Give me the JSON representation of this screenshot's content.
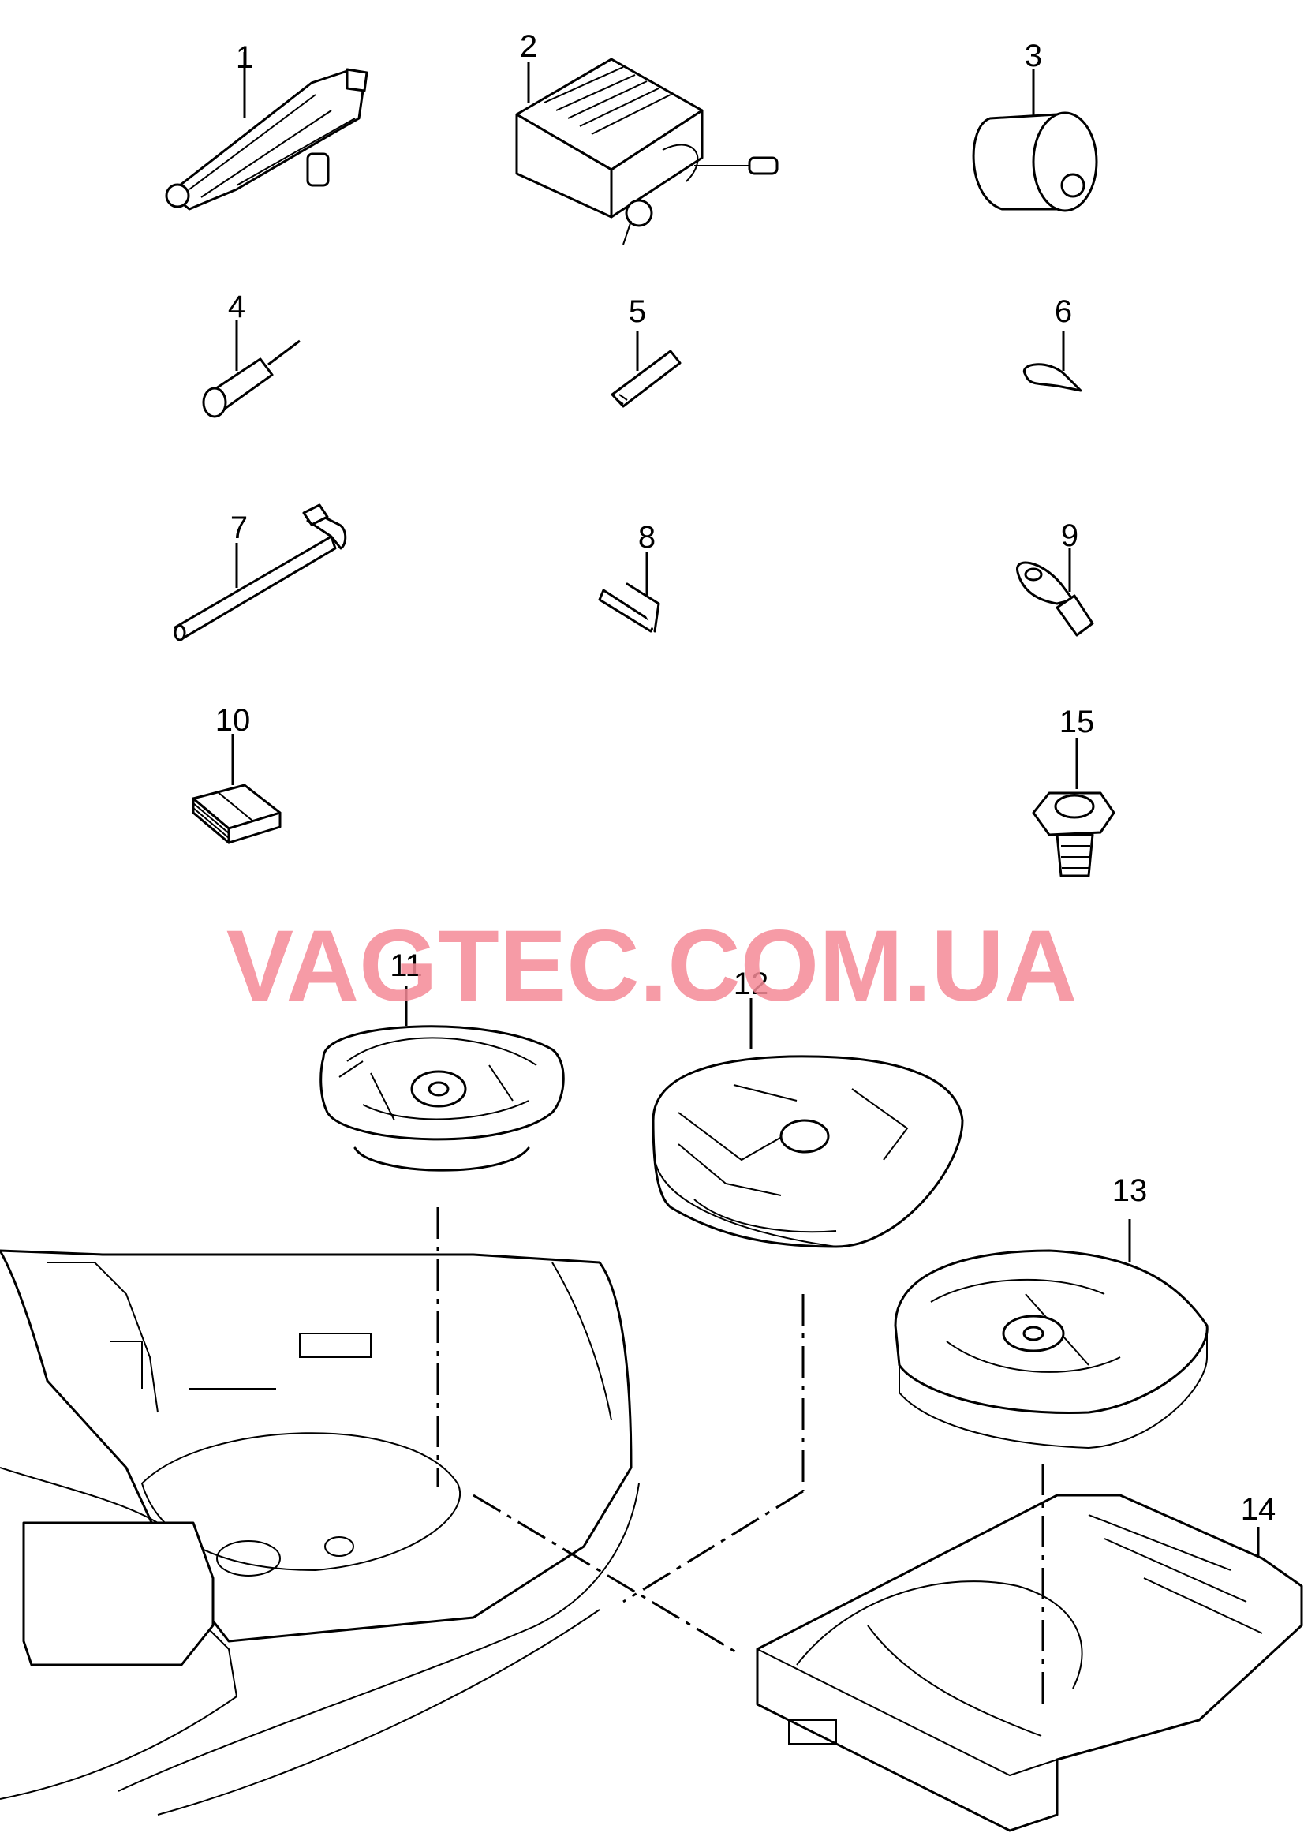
{
  "diagram": {
    "part_numbers": [
      "1",
      "2",
      "3",
      "4",
      "5",
      "6",
      "7",
      "8",
      "9",
      "10",
      "15",
      "11",
      "12",
      "13",
      "14"
    ],
    "watermark": "VAGTEC.COM.UA",
    "watermark_color": "#f48a96"
  },
  "parts": [
    {
      "number": "1",
      "icon": "car-jack-icon"
    },
    {
      "number": "2",
      "icon": "air-compressor-icon"
    },
    {
      "number": "3",
      "icon": "sealant-bottle-icon"
    },
    {
      "number": "4",
      "icon": "screwdriver-icon"
    },
    {
      "number": "5",
      "icon": "guide-pin-icon"
    },
    {
      "number": "6",
      "icon": "wire-clip-icon"
    },
    {
      "number": "7",
      "icon": "wheel-wrench-icon"
    },
    {
      "number": "8",
      "icon": "hook-tool-icon"
    },
    {
      "number": "9",
      "icon": "towing-eye-icon"
    },
    {
      "number": "10",
      "icon": "sticker-pack-icon"
    },
    {
      "number": "15",
      "icon": "wing-nut-icon"
    },
    {
      "number": "11",
      "icon": "small-tool-tray-icon"
    },
    {
      "number": "12",
      "icon": "tool-tray-icon"
    },
    {
      "number": "13",
      "icon": "foam-insert-icon"
    },
    {
      "number": "14",
      "icon": "storage-tray-icon"
    }
  ]
}
